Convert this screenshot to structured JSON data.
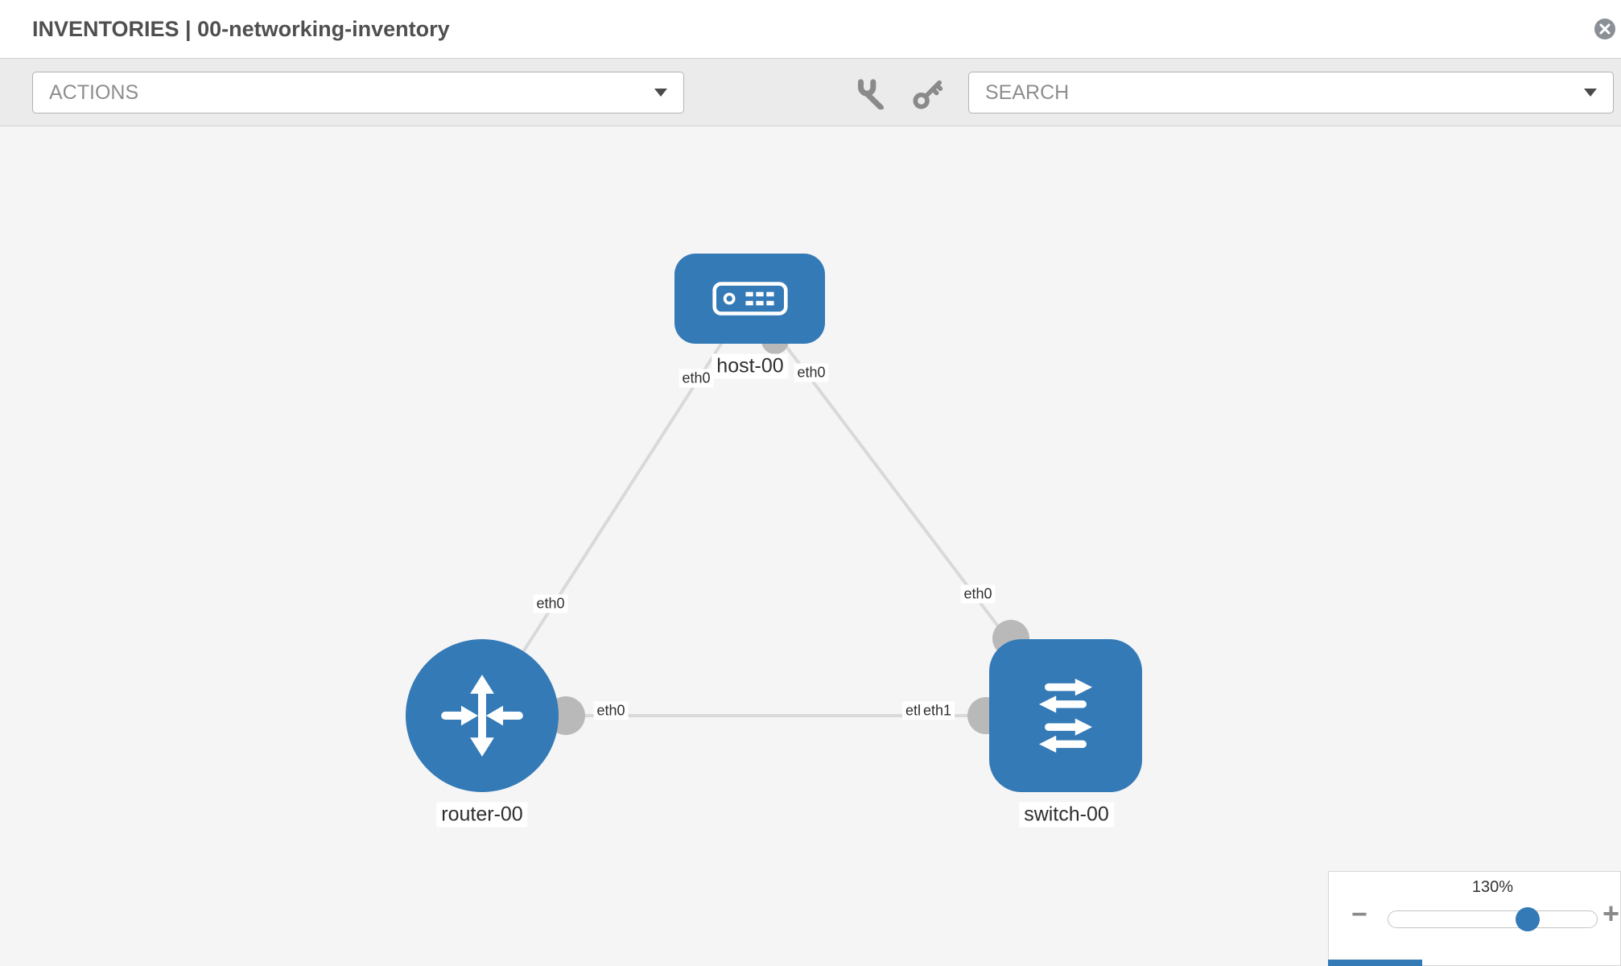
{
  "header": {
    "title": "INVENTORIES | 00-networking-inventory"
  },
  "toolbar": {
    "actions_label": "ACTIONS",
    "search_placeholder": "SEARCH"
  },
  "colors": {
    "accent_blue": "#337ab7",
    "node_fill": "#337ab7",
    "link_stroke": "#d9d9d9",
    "port_fill": "#b9b9b9",
    "canvas_bg": "#f5f5f5",
    "toolbar_bg": "#ebebeb"
  },
  "topology": {
    "nodes": [
      {
        "id": "host-00",
        "type": "host",
        "label": "host-00"
      },
      {
        "id": "router-00",
        "type": "router",
        "label": "router-00"
      },
      {
        "id": "switch-00",
        "type": "switch",
        "label": "switch-00"
      }
    ],
    "links": [
      {
        "source": "host-00",
        "target": "router-00",
        "source_interface": "eth0",
        "target_interface": "eth0"
      },
      {
        "source": "host-00",
        "target": "switch-00",
        "source_interface": "eth0",
        "target_interface": "eth0"
      },
      {
        "source": "router-00",
        "target": "switch-00",
        "source_interface": "eth0",
        "target_interface": "eth1"
      }
    ],
    "interface_labels": {
      "host_side_router_link": "eth0",
      "host_side_switch_link": "eth0",
      "router_side_host_link": "eth0",
      "switch_side_host_link": "eth0",
      "router_side_switch_link": "eth0",
      "switch_side_router_link_a": "eth1",
      "switch_side_router_link_b": "eth1"
    }
  },
  "zoom": {
    "level": "130%",
    "value": 130,
    "zoom_out_label": "−",
    "zoom_in_label": "+"
  }
}
